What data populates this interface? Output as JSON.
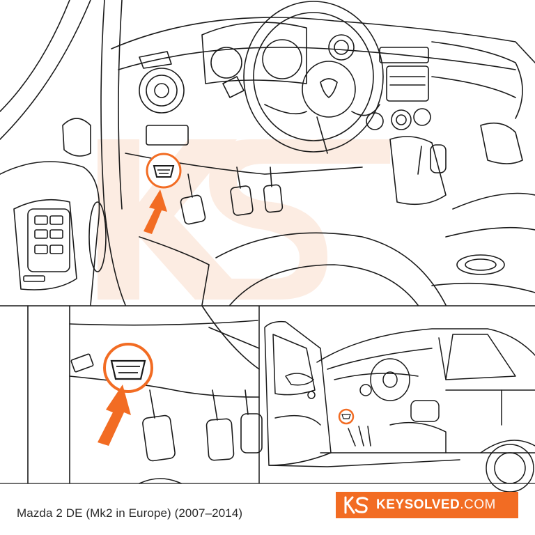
{
  "caption": "Mazda 2 DE (Mk2 in Europe) (2007–2014)",
  "brand": {
    "name": "KEYSOLVED",
    "domain": ".COM",
    "logo_icon": "ks-logo-icon",
    "color": "#f26c23"
  },
  "colors": {
    "highlight": "#f26c23",
    "watermark": "#f7c9ad",
    "line": "#1a1a1a"
  }
}
